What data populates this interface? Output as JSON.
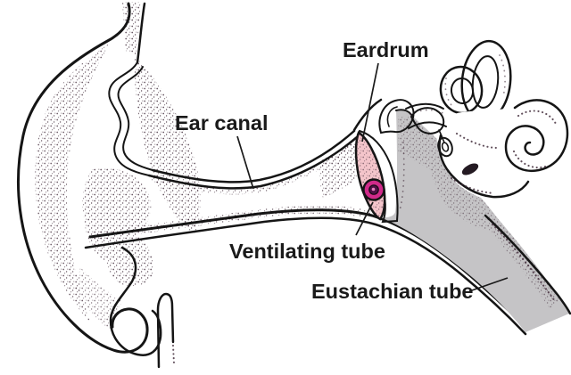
{
  "figure": {
    "type": "medical-illustration",
    "subject": "Ear anatomy cross-section with ventilating tube in the eardrum",
    "labels": {
      "eardrum": "Eardrum",
      "ear_canal": "Ear canal",
      "ventilating_tube": "Ventilating tube",
      "eustachian_tube": "Eustachian tube"
    },
    "colors": {
      "background": "#ffffff",
      "outline": "#151515",
      "stipple": "#3b2433",
      "eardrum_pink": "#f4c5cb",
      "grommet_magenta": "#d02a8a",
      "grommet_hole": "#4d1145",
      "grommet_center": "#e87fc0",
      "cavity_gray": "#c5c4c6",
      "label_text": "#1a1a1a"
    }
  }
}
